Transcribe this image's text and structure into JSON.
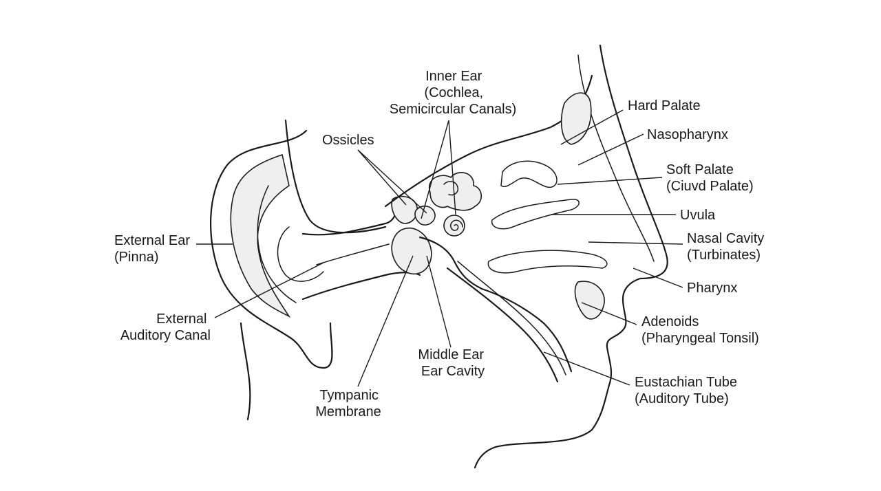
{
  "diagram": {
    "colors": {
      "ink": "#1a1a1a",
      "background": "#ffffff",
      "shade": "#efefef"
    },
    "labels": {
      "inner_ear": [
        "Inner Ear",
        "(Cochlea,",
        "Semicircular Canals)"
      ],
      "ossicles": [
        "Ossicles"
      ],
      "hard_palate": [
        "Hard Palate"
      ],
      "nasopharynx": [
        "Nasopharynx"
      ],
      "soft_palate": [
        "Soft Palate",
        "(Ciuvd Palate)"
      ],
      "uvula": [
        "Uvula"
      ],
      "nasal_cavity": [
        "Nasal Cavity",
        "(Turbinates)"
      ],
      "pharynx": [
        "Pharynx"
      ],
      "adenoids": [
        "Adenoids",
        "(Pharyngeal Tonsil)"
      ],
      "eustachian_tube": [
        "Eustachian Tube",
        "(Auditory Tube)"
      ],
      "external_ear": [
        "External Ear",
        "(Pinna)"
      ],
      "external_auditory_canal": [
        "External",
        "Auditory Canal"
      ],
      "middle_ear": [
        "Middle Ear",
        "Ear Cavity"
      ],
      "tympanic_membrane": [
        "Tympanic",
        "Membrane"
      ]
    }
  }
}
